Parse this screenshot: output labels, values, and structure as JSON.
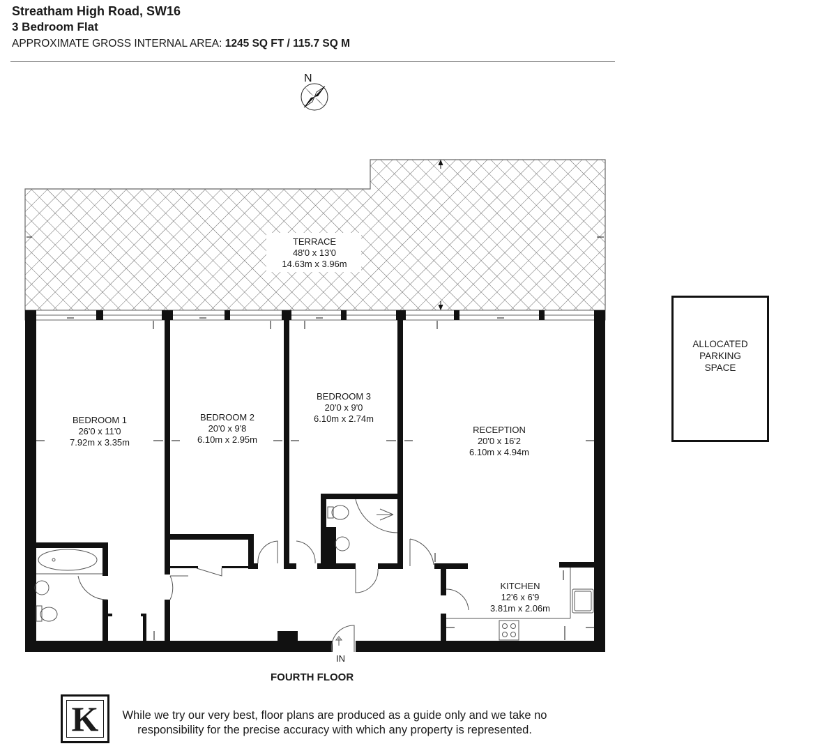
{
  "header": {
    "title": "Streatham High Road, SW16",
    "subtitle": "3 Bedroom Flat",
    "area_label": "APPROXIMATE GROSS INTERNAL AREA:",
    "area_value": "1245 SQ FT / 115.7 SQ M"
  },
  "compass": {
    "label": "N"
  },
  "rooms": {
    "terrace": {
      "name": "TERRACE",
      "imperial": "48'0 x 13'0",
      "metric": "14.63m x 3.96m"
    },
    "bedroom1": {
      "name": "BEDROOM 1",
      "imperial": "26'0 x 11'0",
      "metric": "7.92m x 3.35m"
    },
    "bedroom2": {
      "name": "BEDROOM 2",
      "imperial": "20'0 x 9'8",
      "metric": "6.10m x 2.95m"
    },
    "bedroom3": {
      "name": "BEDROOM 3",
      "imperial": "20'0 x 9'0",
      "metric": "6.10m x 2.74m"
    },
    "reception": {
      "name": "RECEPTION",
      "imperial": "20'0 x 16'2",
      "metric": "6.10m x 4.94m"
    },
    "kitchen": {
      "name": "KITCHEN",
      "imperial": "12'6 x 6'9",
      "metric": "3.81m x 2.06m"
    }
  },
  "entrance": {
    "label": "IN"
  },
  "floor": {
    "label": "FOURTH FLOOR"
  },
  "parking": {
    "line1": "ALLOCATED",
    "line2": "PARKING",
    "line3": "SPACE"
  },
  "footer": {
    "logo_letter": "K",
    "disclaimer": "While we try our very best, floor plans are produced as a guide only and we take no responsibility for the precise accuracy with which any property is represented."
  },
  "colors": {
    "wall": "#111111",
    "line": "#555555",
    "hatch": "#666666"
  }
}
